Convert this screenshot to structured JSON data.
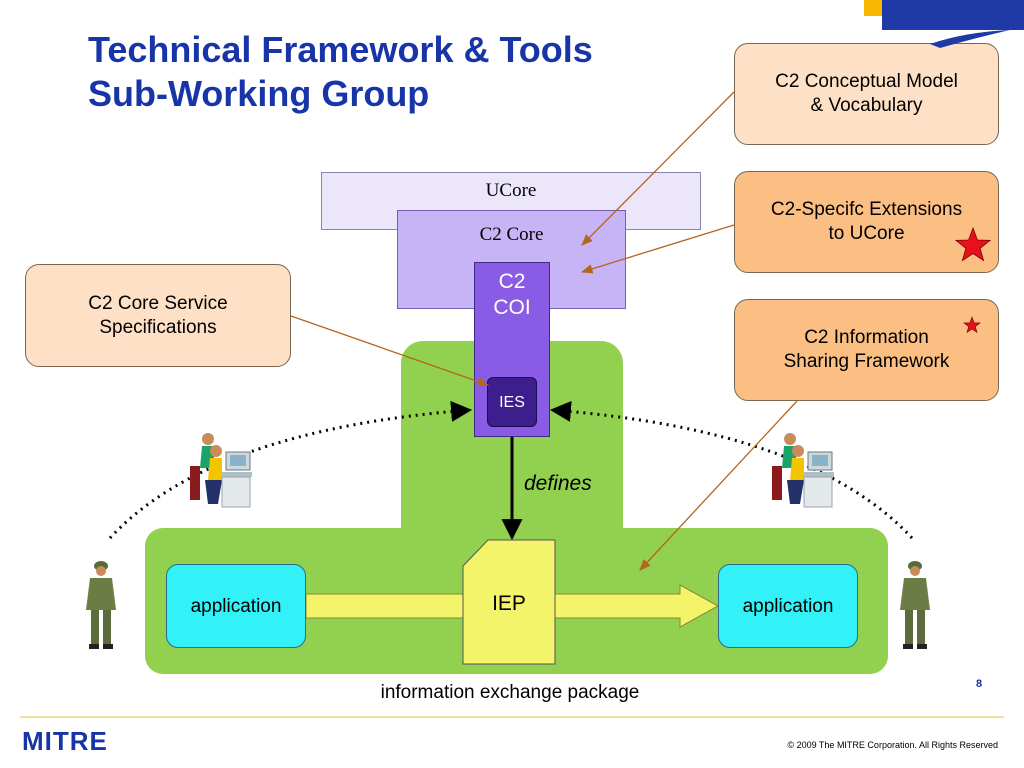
{
  "title": {
    "line1": "Technical Framework & Tools",
    "line2": "Sub-Working Group"
  },
  "layers": {
    "ucore": "UCore",
    "c2core": "C2 Core",
    "coi_line1": "C2",
    "coi_line2": "COI",
    "ies": "IES"
  },
  "callouts": {
    "conceptual": {
      "line1": "C2 Conceptual Model",
      "line2": "& Vocabulary"
    },
    "extensions": {
      "line1": "C2-Specifc Extensions",
      "line2": "to UCore"
    },
    "framework": {
      "line1": "C2 Information",
      "line2": "Sharing Framework"
    },
    "service": {
      "line1": "C2 Core Service",
      "line2": "Specifications"
    }
  },
  "flow": {
    "app_left": "application",
    "app_right": "application",
    "iep": "IEP",
    "defines": "defines"
  },
  "caption": "information exchange package",
  "footer": {
    "page_number": "8",
    "logo": "MITRE",
    "copyright": "© 2009 The MITRE Corporation. All Rights Reserved"
  },
  "colors": {
    "title": "#1734a8",
    "green": "#92d050",
    "coi": "#8a5ce6",
    "ies": "#3c1f8c",
    "application": "#33f2f7",
    "iep": "#f4f46a",
    "arrow": "#b5651d",
    "star": "#e8101a"
  },
  "icons": [
    "person-at-computer-icon",
    "soldier-icon",
    "star-icon"
  ]
}
